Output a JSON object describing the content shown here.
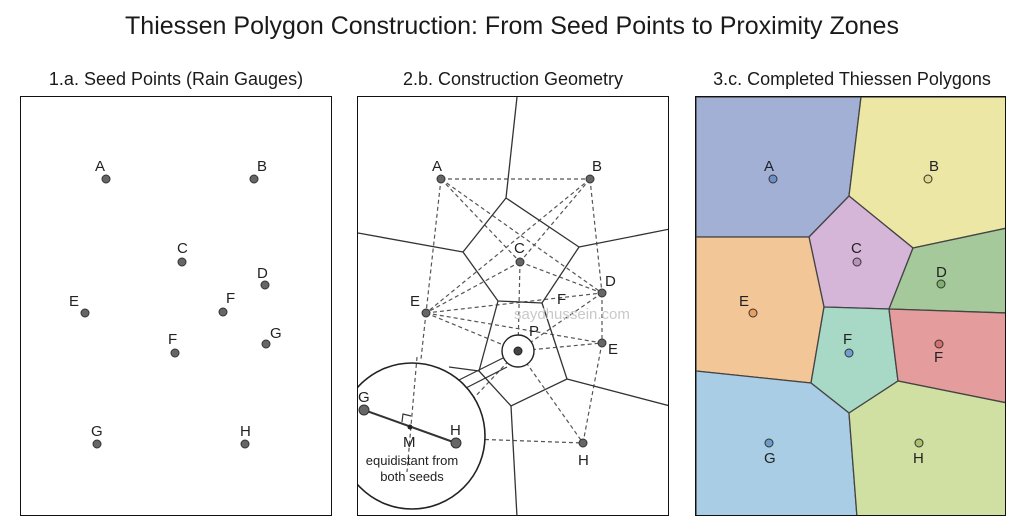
{
  "title": "Thiessen Polygon Construction: From Seed Points to Proximity Zones",
  "panel1": {
    "title": "1.a. Seed Points (Rain Gauges)",
    "points": [
      "A",
      "B",
      "C",
      "D",
      "E",
      "F",
      "F",
      "G",
      "G",
      "H"
    ]
  },
  "panel2": {
    "title": "2.b. Construction Geometry",
    "points": [
      "A",
      "B",
      "C",
      "D",
      "E",
      "F",
      "E",
      "H"
    ],
    "p_label": "P",
    "inset": {
      "g_label": "G",
      "h_label": "H",
      "m_label": "M",
      "caption_line1": "equidistant from",
      "caption_line2": "both seeds"
    },
    "watermark": "saydhussein.com"
  },
  "panel3": {
    "title": "3.c. Completed Thiessen Polygons",
    "zones": [
      {
        "label": "A",
        "color": "#a2b0d6"
      },
      {
        "label": "B",
        "color": "#ede7a6"
      },
      {
        "label": "C",
        "color": "#d6b6d8"
      },
      {
        "label": "D",
        "color": "#a5c99a"
      },
      {
        "label": "E",
        "color": "#f2c696"
      },
      {
        "label": "F",
        "color": "#a8d9c6"
      },
      {
        "label": "F",
        "color": "#e59c9c"
      },
      {
        "label": "G",
        "color": "#a9cde4"
      },
      {
        "label": "H",
        "color": "#cfe0a2"
      }
    ]
  }
}
